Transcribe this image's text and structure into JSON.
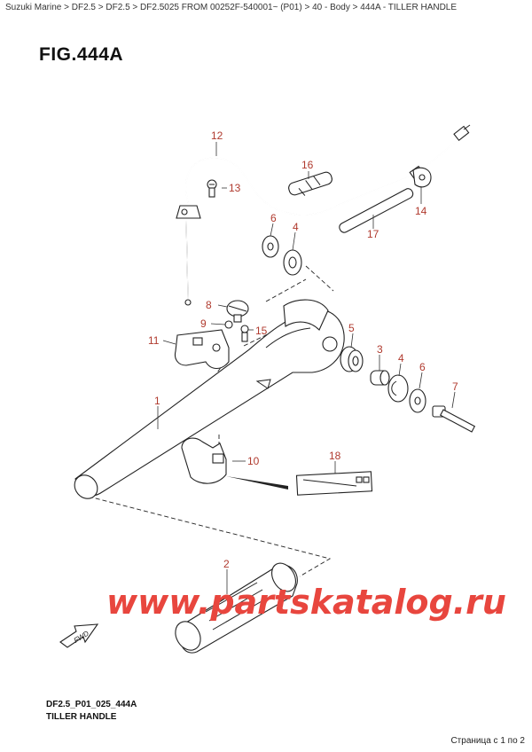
{
  "breadcrumb": {
    "items": [
      "Suzuki Marine",
      "DF2.5",
      "DF2.5",
      "DF2.5025 FROM 00252F-540001~ (P01)",
      "40 - Body",
      "444A - TILLER HANDLE"
    ],
    "separator": ">"
  },
  "figure": {
    "title": "FIG.444A"
  },
  "callouts": {
    "c1": "1",
    "c2": "2",
    "c3": "3",
    "c4a": "4",
    "c4b": "4",
    "c5": "5",
    "c6a": "6",
    "c6b": "6",
    "c7": "7",
    "c8": "8",
    "c9": "9",
    "c10": "10",
    "c11": "11",
    "c12": "12",
    "c13": "13",
    "c14": "14",
    "c15": "15",
    "c16": "16",
    "c17": "17",
    "c18": "18"
  },
  "fwd_label": "FWD",
  "watermark": "www.partskatalog.ru",
  "footer": {
    "code": "DF2.5_P01_025_444A",
    "caption": "TILLER HANDLE",
    "pager": "Страница с 1 по 2"
  },
  "colors": {
    "callout": "#b03a2e",
    "watermark": "#e8463e",
    "line": "#222222"
  }
}
